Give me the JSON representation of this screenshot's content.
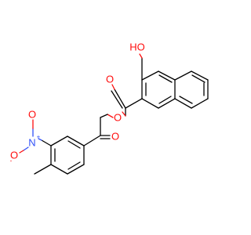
{
  "molecule": {
    "atoms": {
      "hydroxyl_oxygen": {
        "label": "HO",
        "color": "#ff0d0d"
      },
      "ester_carbonyl_oxygen": {
        "label": "O",
        "color": "#ff0d0d"
      },
      "ester_oxygen": {
        "label": "O",
        "color": "#ff0d0d"
      },
      "ketone_oxygen": {
        "label": "O",
        "color": "#ff0d0d"
      },
      "nitro_nitrogen": {
        "label": "N",
        "color": "#3050f8",
        "charge": "+"
      },
      "nitro_oxygen_minus": {
        "label": "O",
        "color": "#ff0d0d",
        "charge": "-"
      },
      "nitro_oxygen": {
        "label": "O",
        "color": "#ff0d0d"
      }
    },
    "colors": {
      "bond": "#000000",
      "oxygen": "#ff0d0d",
      "nitrogen": "#3050f8",
      "background": "#ffffff"
    }
  }
}
